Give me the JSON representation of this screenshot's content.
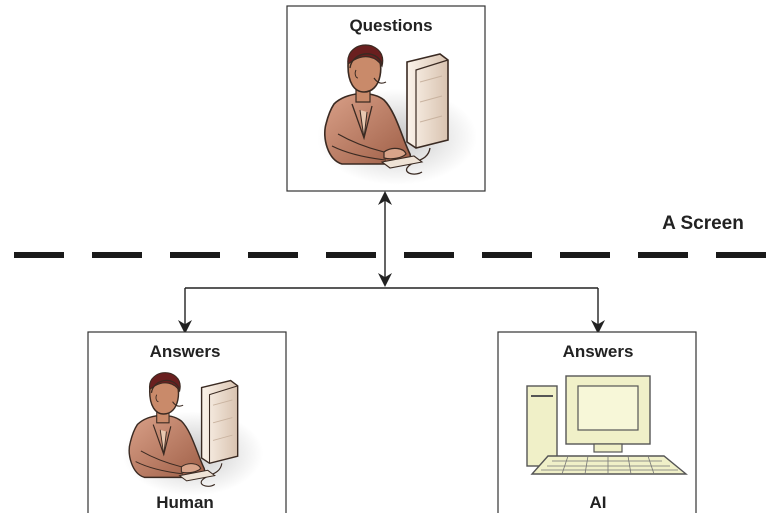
{
  "questioner": {
    "title": "Questions",
    "figure_icon": "person-at-computer-icon"
  },
  "screen": {
    "label": "A Screen"
  },
  "respondents": [
    {
      "title": "Answers",
      "caption": "Human",
      "figure_icon": "person-at-computer-icon"
    },
    {
      "title": "Answers",
      "caption": "AI",
      "figure_icon": "desktop-computer-icon"
    }
  ],
  "colors": {
    "line": "#222222",
    "screen_dash": "#1a1a1a",
    "skin": "#c98a6a",
    "suit": "#b5735a",
    "hair": "#6a1f1f",
    "monitor": "#f3e6d8",
    "computer_beige": "#f0f0c8",
    "computer_outline": "#555555"
  }
}
